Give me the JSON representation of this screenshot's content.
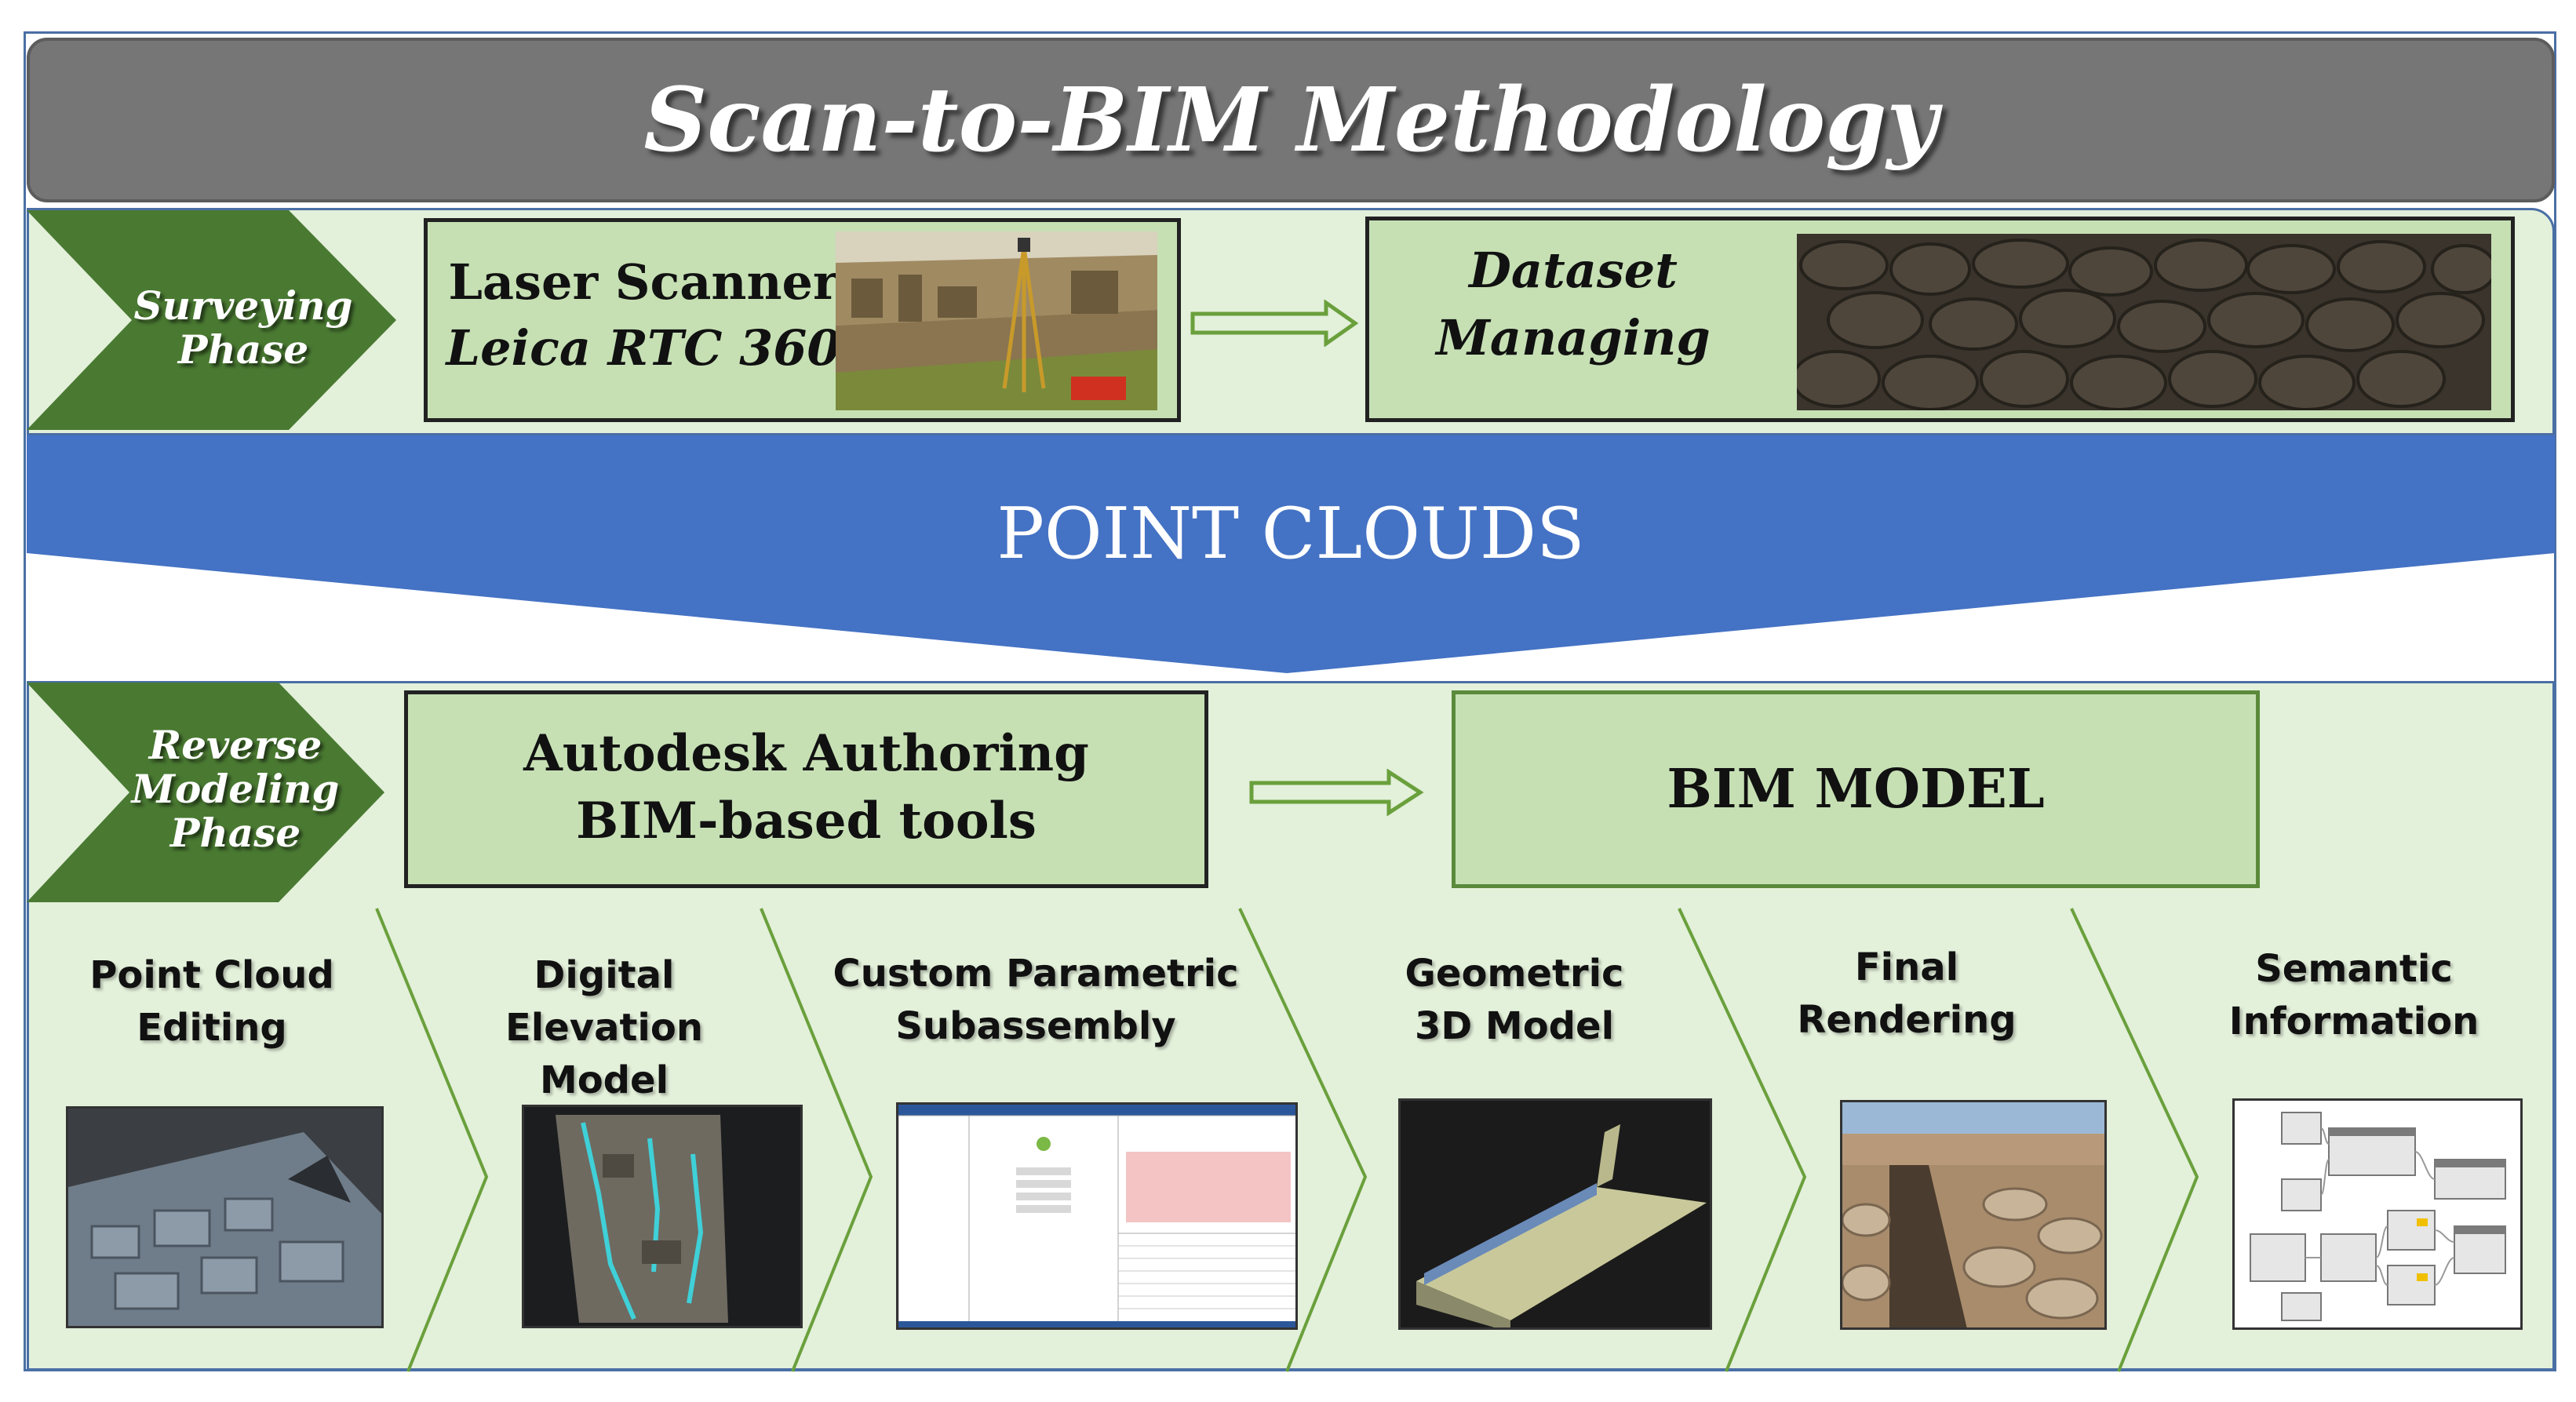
{
  "title": "Scan-to-BIM Methodology",
  "surveying": {
    "phase_label": "Surveying Phase",
    "scanner_line1": "Laser Scanner",
    "scanner_line2": "Leica RTC 360",
    "dataset_line1": "Dataset",
    "dataset_line2": "Managing"
  },
  "point_clouds": "POINT CLOUDS",
  "reverse": {
    "phase_label_line1": "Reverse",
    "phase_label_line2": "Modeling",
    "phase_label_line3": "Phase",
    "authoring_line1": "Autodesk Authoring",
    "authoring_line2": "BIM-based tools",
    "bim_model": "BIM MODEL"
  },
  "steps": [
    {
      "line1": "Point Cloud",
      "line2": "Editing",
      "icon": "point-cloud-image"
    },
    {
      "line1": "Digital Elevation",
      "line2": "Model",
      "icon": "elevation-model-image"
    },
    {
      "line1": "Custom Parametric",
      "line2": "Subassembly",
      "icon": "parametric-software-image"
    },
    {
      "line1": "Geometric",
      "line2": "3D Model",
      "icon": "3d-model-image"
    },
    {
      "line1": "Final",
      "line2": "Rendering",
      "icon": "rendering-image"
    },
    {
      "line1": "Semantic",
      "line2": "Information",
      "icon": "node-graph-image"
    }
  ],
  "colors": {
    "title_bar": "#767676",
    "phase_chevron": "#4a7a32",
    "band_fill": "#e3f0da",
    "box_fill": "#c6e0b4",
    "point_clouds_band": "#4472c4",
    "arrow_fill": "#e3f0da"
  }
}
